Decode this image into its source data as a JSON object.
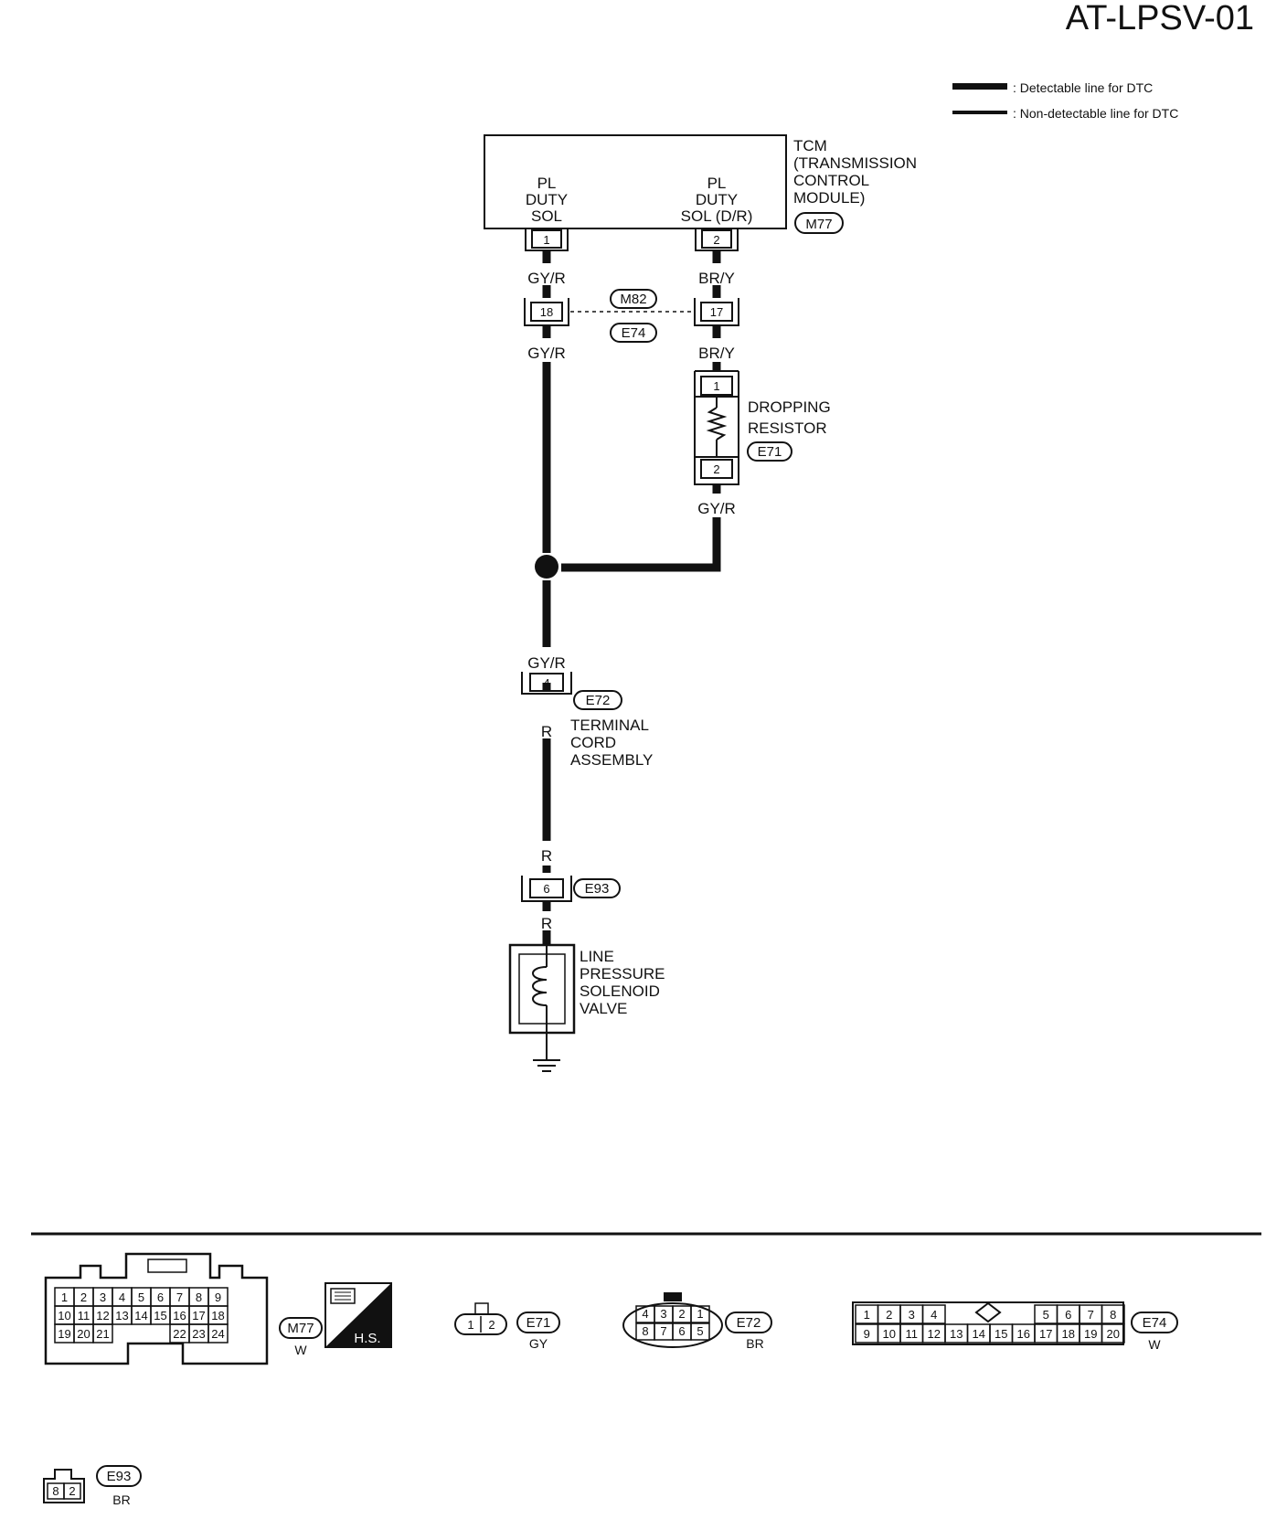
{
  "title": "AT-LPSV-01",
  "legend": {
    "detectable": ": Detectable line for DTC",
    "non_detectable": ": Non-detectable line for DTC"
  },
  "tcm": {
    "name": [
      "TCM",
      "(TRANSMISSION",
      "CONTROL",
      "MODULE)"
    ],
    "code": "M77",
    "pin1_label": [
      "PL",
      "DUTY",
      "SOL"
    ],
    "pin2_label": [
      "PL",
      "DUTY",
      "SOL (D/R)"
    ],
    "pin1": "1",
    "pin2": "2"
  },
  "wires": {
    "left_top": "GY/R",
    "right_top": "BR/Y",
    "left_mid": "GY/R",
    "right_mid": "BR/Y",
    "resistor_out": "GY/R",
    "to_terminal": "GY/R",
    "after_terminal": "R",
    "before_e93": "R",
    "after_e93": "R"
  },
  "joint_connector": {
    "left_pin": "18",
    "right_pin": "17",
    "code_top": "M82",
    "code_bottom": "E74"
  },
  "resistor": {
    "name": [
      "DROPPING",
      "RESISTOR"
    ],
    "code": "E71",
    "pin_top": "1",
    "pin_bottom": "2"
  },
  "terminal_cord": {
    "name": [
      "TERMINAL",
      "CORD",
      "ASSEMBLY"
    ],
    "code": "E72",
    "pin": "4"
  },
  "e93_connector": {
    "code": "E93",
    "pin": "6"
  },
  "solenoid": {
    "name": [
      "LINE",
      "PRESSURE",
      "SOLENOID",
      "VALVE"
    ]
  },
  "connector_views": {
    "m77": {
      "row1": [
        "1",
        "2",
        "3",
        "4",
        "5",
        "6",
        "7",
        "8",
        "9"
      ],
      "row2": [
        "10",
        "11",
        "12",
        "13",
        "14",
        "15",
        "16",
        "17",
        "18"
      ],
      "row3_left": [
        "19",
        "20",
        "21"
      ],
      "row3_right": [
        "22",
        "23",
        "24"
      ],
      "code": "M77",
      "color": "W",
      "hs": "H.S."
    },
    "e71": {
      "pins": [
        "1",
        "2"
      ],
      "code": "E71",
      "color": "GY"
    },
    "e72": {
      "row1": [
        "4",
        "3",
        "2",
        "1"
      ],
      "row2": [
        "8",
        "7",
        "6",
        "5"
      ],
      "code": "E72",
      "color": "BR"
    },
    "e74": {
      "row1_left": [
        "1",
        "2",
        "3",
        "4"
      ],
      "row1_right": [
        "5",
        "6",
        "7",
        "8"
      ],
      "row2": [
        "9",
        "10",
        "11",
        "12",
        "13",
        "14",
        "15",
        "16",
        "17",
        "18",
        "19",
        "20"
      ],
      "code": "E74",
      "color": "W"
    },
    "e93": {
      "pins": [
        "8",
        "2"
      ],
      "code": "E93",
      "color": "BR"
    }
  }
}
